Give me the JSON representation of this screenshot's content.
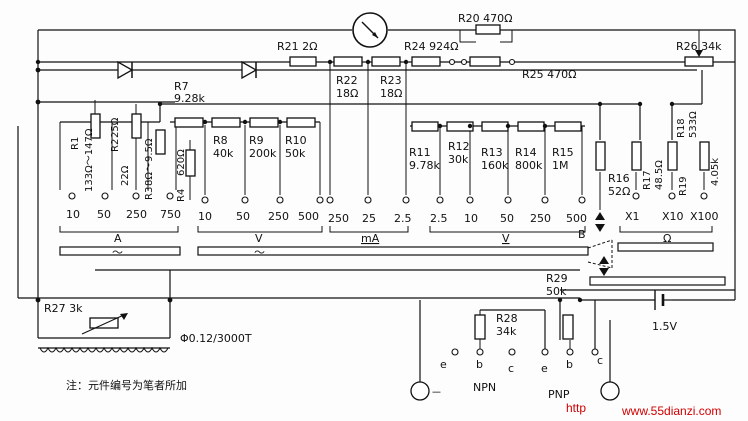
{
  "resistors": {
    "r20": "R20  470Ω",
    "r21": "R21  2Ω",
    "r22": [
      "R22",
      "18Ω"
    ],
    "r23": [
      "R23",
      "18Ω"
    ],
    "r24": "R24  924Ω",
    "r25": "R25  470Ω",
    "r26": "R26  34k",
    "r7": [
      "R7",
      "9.28k"
    ],
    "r1": [
      "R1",
      "133Ω～147Ω"
    ],
    "r2": [
      "R2",
      "25Ω"
    ],
    "r2b": "22Ω",
    "r3": [
      "R3",
      "8Ω～9.5Ω"
    ],
    "r4": [
      "R4",
      "620Ω"
    ],
    "r8": [
      "R8",
      "40k"
    ],
    "r9": [
      "R9",
      "200k"
    ],
    "r10": [
      "R10",
      "50k"
    ],
    "r11": [
      "R11",
      "9.78k"
    ],
    "r12": [
      "R12",
      "30k"
    ],
    "r13": [
      "R13",
      "160k"
    ],
    "r14": [
      "R14",
      "800k"
    ],
    "r15": [
      "R15",
      "1M"
    ],
    "r16": [
      "R16",
      "52Ω"
    ],
    "r17": [
      "R17",
      "48.5Ω"
    ],
    "r18": [
      "R18",
      "533Ω"
    ],
    "r19": [
      "R19",
      "4.05k"
    ],
    "r27": "R27  3k",
    "r28": [
      "R28",
      "34k"
    ],
    "r29": [
      "R29",
      "50k"
    ]
  },
  "ranges": {
    "ac_current": [
      "10",
      "50",
      "250",
      "750"
    ],
    "ac_voltage": [
      "10",
      "50",
      "250",
      "500"
    ],
    "dc_current": [
      "250",
      "25",
      "2.5"
    ],
    "dc_voltage": [
      "2.5",
      "10",
      "50",
      "250",
      "500"
    ],
    "ohm": [
      "X1",
      "X10",
      "X100"
    ]
  },
  "groups": {
    "a_ac": "A",
    "v_ac": "V",
    "ma_dc": "mA",
    "v_dc": "V",
    "ohm": "Ω",
    "tilde": "～",
    "switch_b": "B"
  },
  "misc": {
    "battery": "1.5V",
    "wire_spec": "Φ0.12/3000T",
    "note": "注：元件编号为笔者所加",
    "npn": "NPN",
    "pnp": "PNP",
    "minus": "－",
    "pins_npn": [
      "e",
      "b",
      "c",
      "e"
    ],
    "pins_pnp": [
      "b",
      "c"
    ],
    "watermark_http": "http",
    "watermark_site": "www.55dianzi.com"
  }
}
